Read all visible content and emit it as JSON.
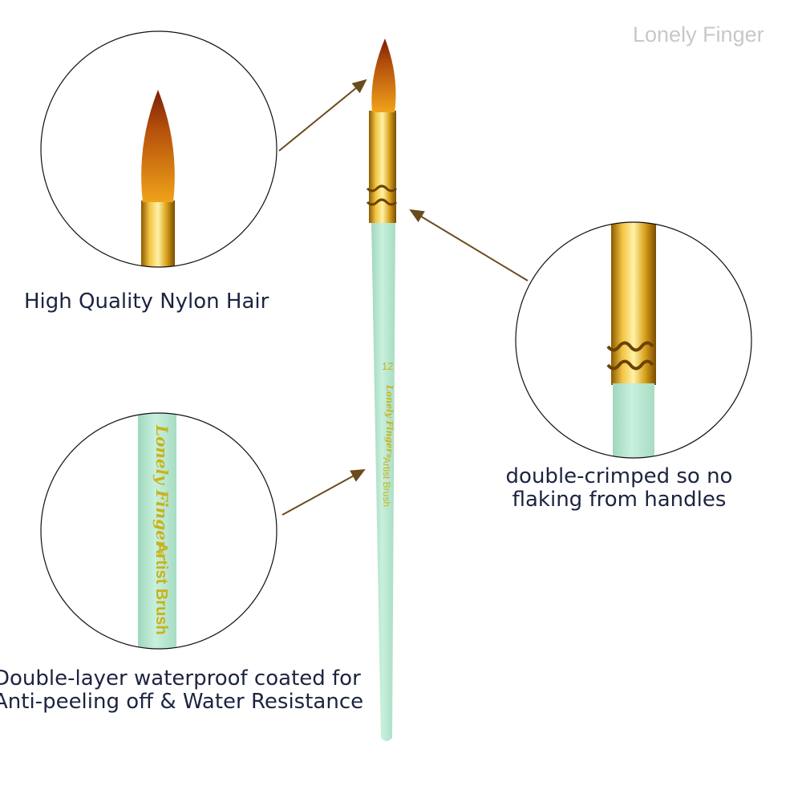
{
  "watermark": "Lonely Finger",
  "brush": {
    "size_number": "12",
    "brand_text": "Lonely Finger",
    "registered_mark": "®",
    "product_text": "Artist Brush"
  },
  "captions": {
    "hair": "High Quality Nylon Hair",
    "crimp_line1": "double-crimped so no",
    "crimp_line2": "flaking from handles",
    "coat_line1": "Double-layer waterproof coated for",
    "coat_line2": "Anti-peeling off & Water Resistance"
  },
  "colors": {
    "handle": "#b9e8d0",
    "ferrule": "#d9a21c",
    "bristle": "#d4870e",
    "bristle_tip": "#8a2a0a",
    "logo_text": "#c9b21a",
    "arrow": "#6b4a1e",
    "caption": "#1c2440"
  }
}
